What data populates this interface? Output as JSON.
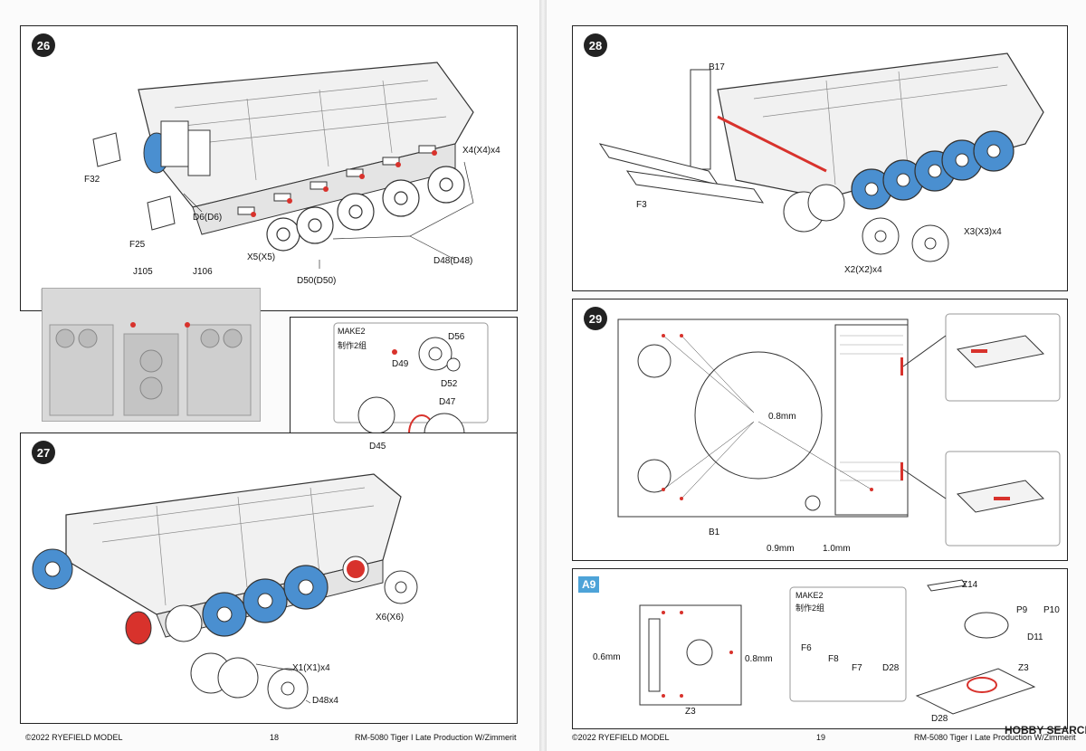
{
  "left_page": {
    "step26": {
      "number": "26",
      "labels": {
        "x4": "X4(X4)x4",
        "f32": "F32",
        "d6": "D6(D6)",
        "f25": "F25",
        "x5": "X5(X5)",
        "d48": "D48(D48)",
        "d50": "D50(D50)",
        "j105": "J105",
        "j106": "J106"
      }
    },
    "inset": {
      "make": "MAKE2",
      "make_cn": "制作2组",
      "labels": {
        "d56": "D56",
        "d49": "D49",
        "d52": "D52",
        "d47": "D47",
        "d45": "D45"
      }
    },
    "step27": {
      "number": "27",
      "labels": {
        "x6": "X6(X6)",
        "x1": "X1(X1)x4",
        "d48x4": "D48x4"
      }
    },
    "footer": {
      "copyright": "©2022 RYEFIELD MODEL",
      "page": "18",
      "product": "RM-5080 Tiger I Late Production W/Zimmerit"
    }
  },
  "right_page": {
    "step28": {
      "number": "28",
      "labels": {
        "b17": "B17",
        "f3": "F3",
        "x3": "X3(X3)x4",
        "x2": "X2(X2)x4"
      }
    },
    "step29": {
      "number": "29",
      "labels": {
        "d08": "0.8mm",
        "b1": "B1",
        "d09": "0.9mm",
        "d10": "1.0mm"
      }
    },
    "a9": {
      "tag": "A9",
      "make": "MAKE2",
      "make_cn": "制作2组",
      "labels": {
        "z14": "Z14",
        "p9": "P9",
        "p10": "P10",
        "d11": "D11",
        "z3a": "Z3",
        "z3b": "Z3",
        "d28a": "D28",
        "d28b": "D28",
        "f6": "F6",
        "f7": "F7",
        "f8": "F8",
        "d06": "0.6mm",
        "d08": "0.8mm"
      }
    },
    "footer": {
      "copyright": "©2022 RYEFIELD MODEL",
      "page": "19",
      "product": "RM-5080 Tiger I Late Production W/Zimmerit",
      "watermark": "HOBBY SEARCH"
    }
  },
  "colors": {
    "blue_part": "#4a8fd0",
    "red_part": "#d8322c",
    "line": "#333333",
    "photo_bg": "#d9d9d9",
    "a9_tag": "#4da3d8"
  }
}
